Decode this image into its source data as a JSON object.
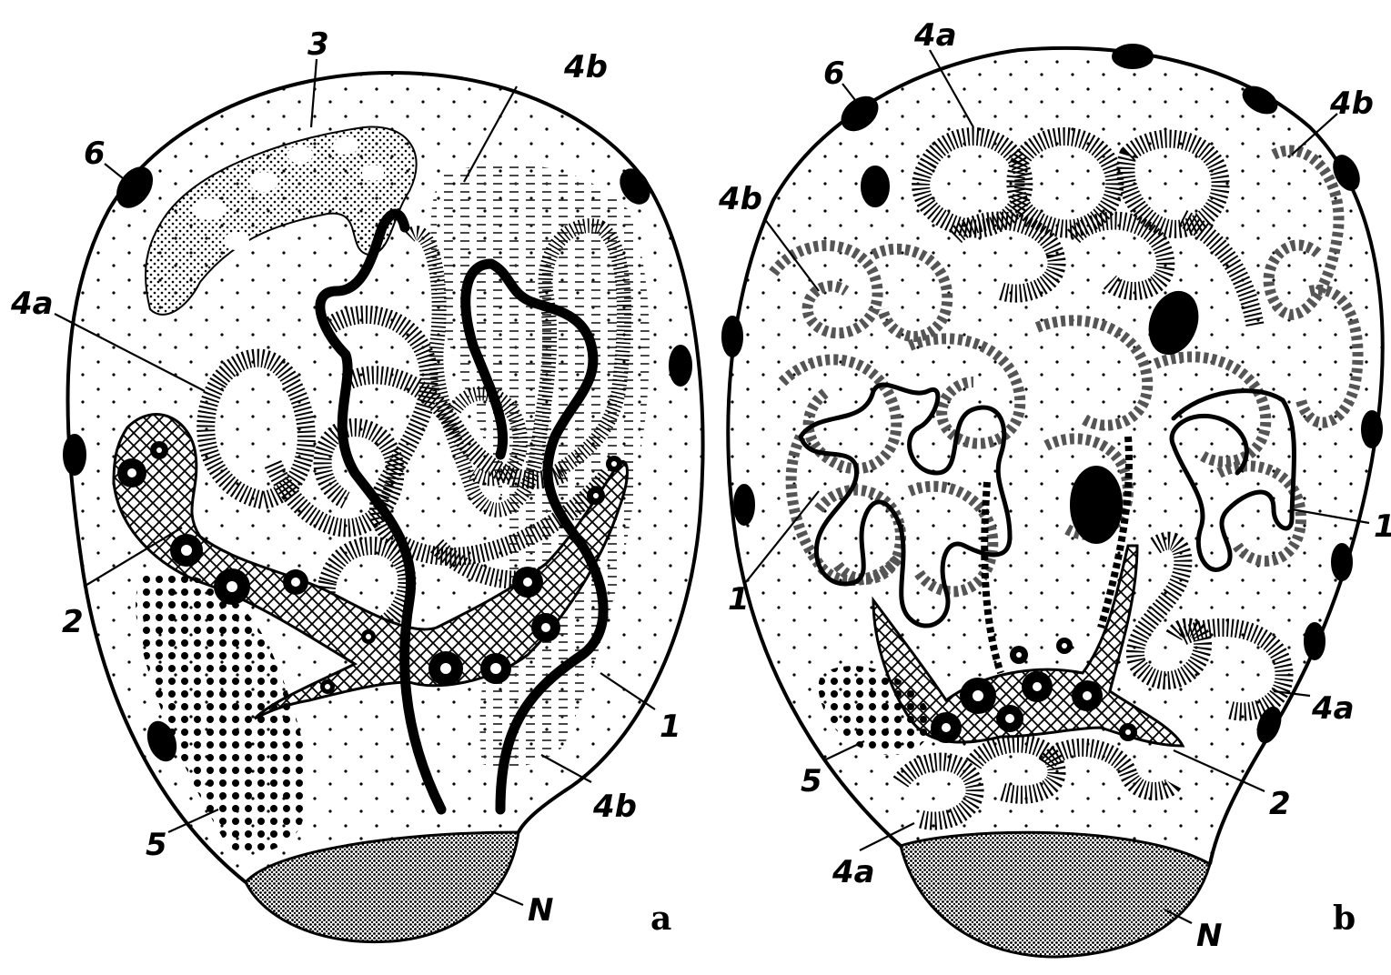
{
  "figure": {
    "panels": [
      {
        "id": "a",
        "panel_label": "a",
        "labels": {
          "l1": "1",
          "l2": "2",
          "l3": "3",
          "l4a": "4a",
          "l4b_top": "4b",
          "l4b_bottom": "4b",
          "l5": "5",
          "l6": "6",
          "lN": "N"
        }
      },
      {
        "id": "b",
        "panel_label": "b",
        "labels": {
          "l1_left": "1",
          "l1_right": "1",
          "l2": "2",
          "l4a_top": "4a",
          "l4a_right": "4a",
          "l4a_bottom": "4a",
          "l4b_left": "4b",
          "l4b_right": "4b",
          "l5": "5",
          "l6": "6",
          "lN": "N"
        }
      }
    ],
    "colors": {
      "ink": "#000000",
      "paper": "#ffffff"
    }
  }
}
